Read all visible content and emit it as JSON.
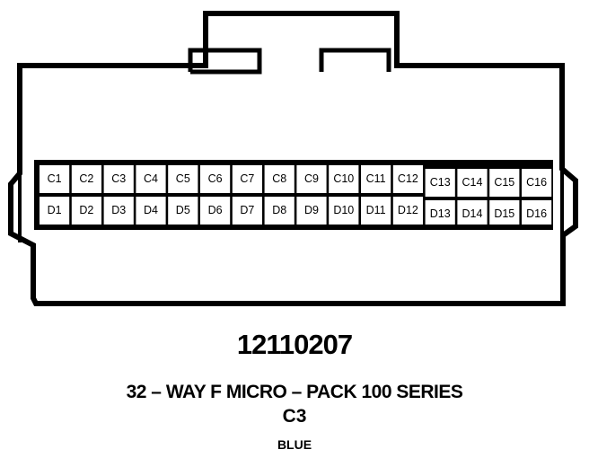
{
  "part_number": "12110207",
  "description": "32 – WAY F MICRO – PACK 100 SERIES",
  "connector_id": "C3",
  "color_label": "BLUE",
  "pins": {
    "top_row": [
      "C1",
      "C2",
      "C3",
      "C4",
      "C5",
      "C6",
      "C7",
      "C8",
      "C9",
      "C10",
      "C11",
      "C12",
      "C13",
      "C14",
      "C15",
      "C16"
    ],
    "bottom_row": [
      "D1",
      "D2",
      "D3",
      "D4",
      "D5",
      "D6",
      "D7",
      "D8",
      "D9",
      "D10",
      "D11",
      "D12",
      "D13",
      "D14",
      "D15",
      "D16"
    ]
  }
}
